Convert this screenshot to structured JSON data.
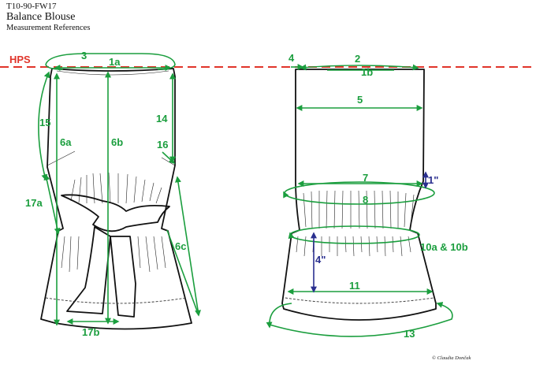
{
  "header": {
    "code": "T10-90-FW17",
    "title": "Balance Blouse",
    "subtitle": "Measurement References"
  },
  "hps_label": "HPS",
  "labels": {
    "m1a": "1a",
    "m1b": "1b",
    "m2": "2",
    "m3": "3",
    "m4": "4",
    "m5": "5",
    "m6a": "6a",
    "m6b": "6b",
    "m6c": "6c",
    "m7": "7",
    "m8": "8",
    "m10": "10a & 10b",
    "m11": "11",
    "m13": "13",
    "m14": "14",
    "m15": "15",
    "m16": "16",
    "m17a": "17a",
    "m17b": "17b",
    "inch1": "1\"",
    "inch4": "4\""
  },
  "copyright": "© Claudia Dončak",
  "colors": {
    "measure_green": "#1b9e3e",
    "measure_blue": "#2a2f8f",
    "hps_red": "#e0342a",
    "outline": "#111111"
  }
}
